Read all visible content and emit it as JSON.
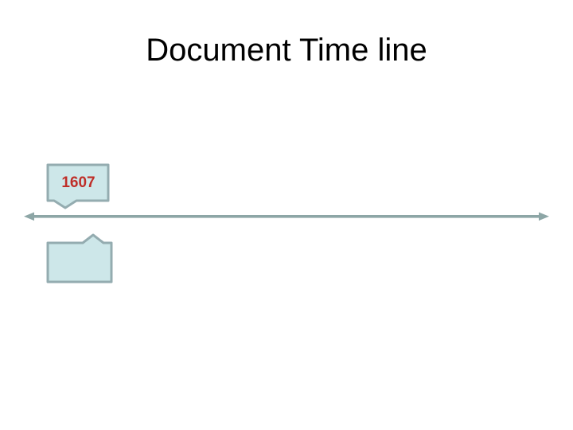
{
  "slide": {
    "title": "Document Time line",
    "background_color": "#ffffff",
    "title_color": "#000000"
  },
  "timeline": {
    "style": "double-headed-arrow",
    "color": "#8da6a6",
    "orientation": "horizontal"
  },
  "callouts": [
    {
      "label": "1607",
      "side": "above-timeline",
      "pointer": "down",
      "fill": "#cde7e9",
      "border": "#94acb0",
      "text_color": "#bf2e28"
    },
    {
      "label": "",
      "side": "below-timeline",
      "pointer": "up",
      "fill": "#cde7e9",
      "border": "#94acb0",
      "text_color": "#bf2e28"
    }
  ],
  "colors": {
    "background": "#ffffff",
    "title_text": "#000000",
    "callout_fill": "#cde7e9",
    "callout_border": "#94acb0",
    "timeline": "#8da6a6",
    "year_text": "#bf2e28"
  }
}
